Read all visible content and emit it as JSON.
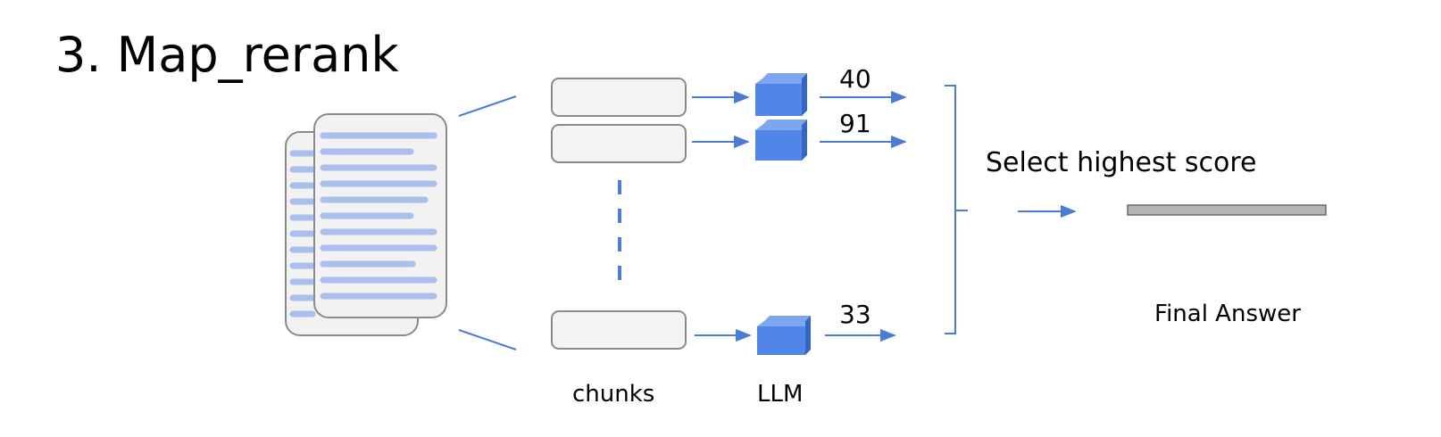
{
  "title": "3. Map_rerank",
  "labels": {
    "chunks": "chunks",
    "llm": "LLM",
    "select": "Select highest score",
    "final_answer": "Final Answer"
  },
  "scores": [
    "40",
    "91",
    "33"
  ],
  "colors": {
    "accent": "#4a7bd6",
    "cube_front": "#4f86e8",
    "cube_top": "#7ea6ef",
    "cube_side": "#3566c2",
    "doc_line": "#a9c0ee",
    "doc_fill": "#f2f2f2",
    "box_stroke": "#8a8a8a",
    "answer_bar": "#b3b3b3"
  }
}
